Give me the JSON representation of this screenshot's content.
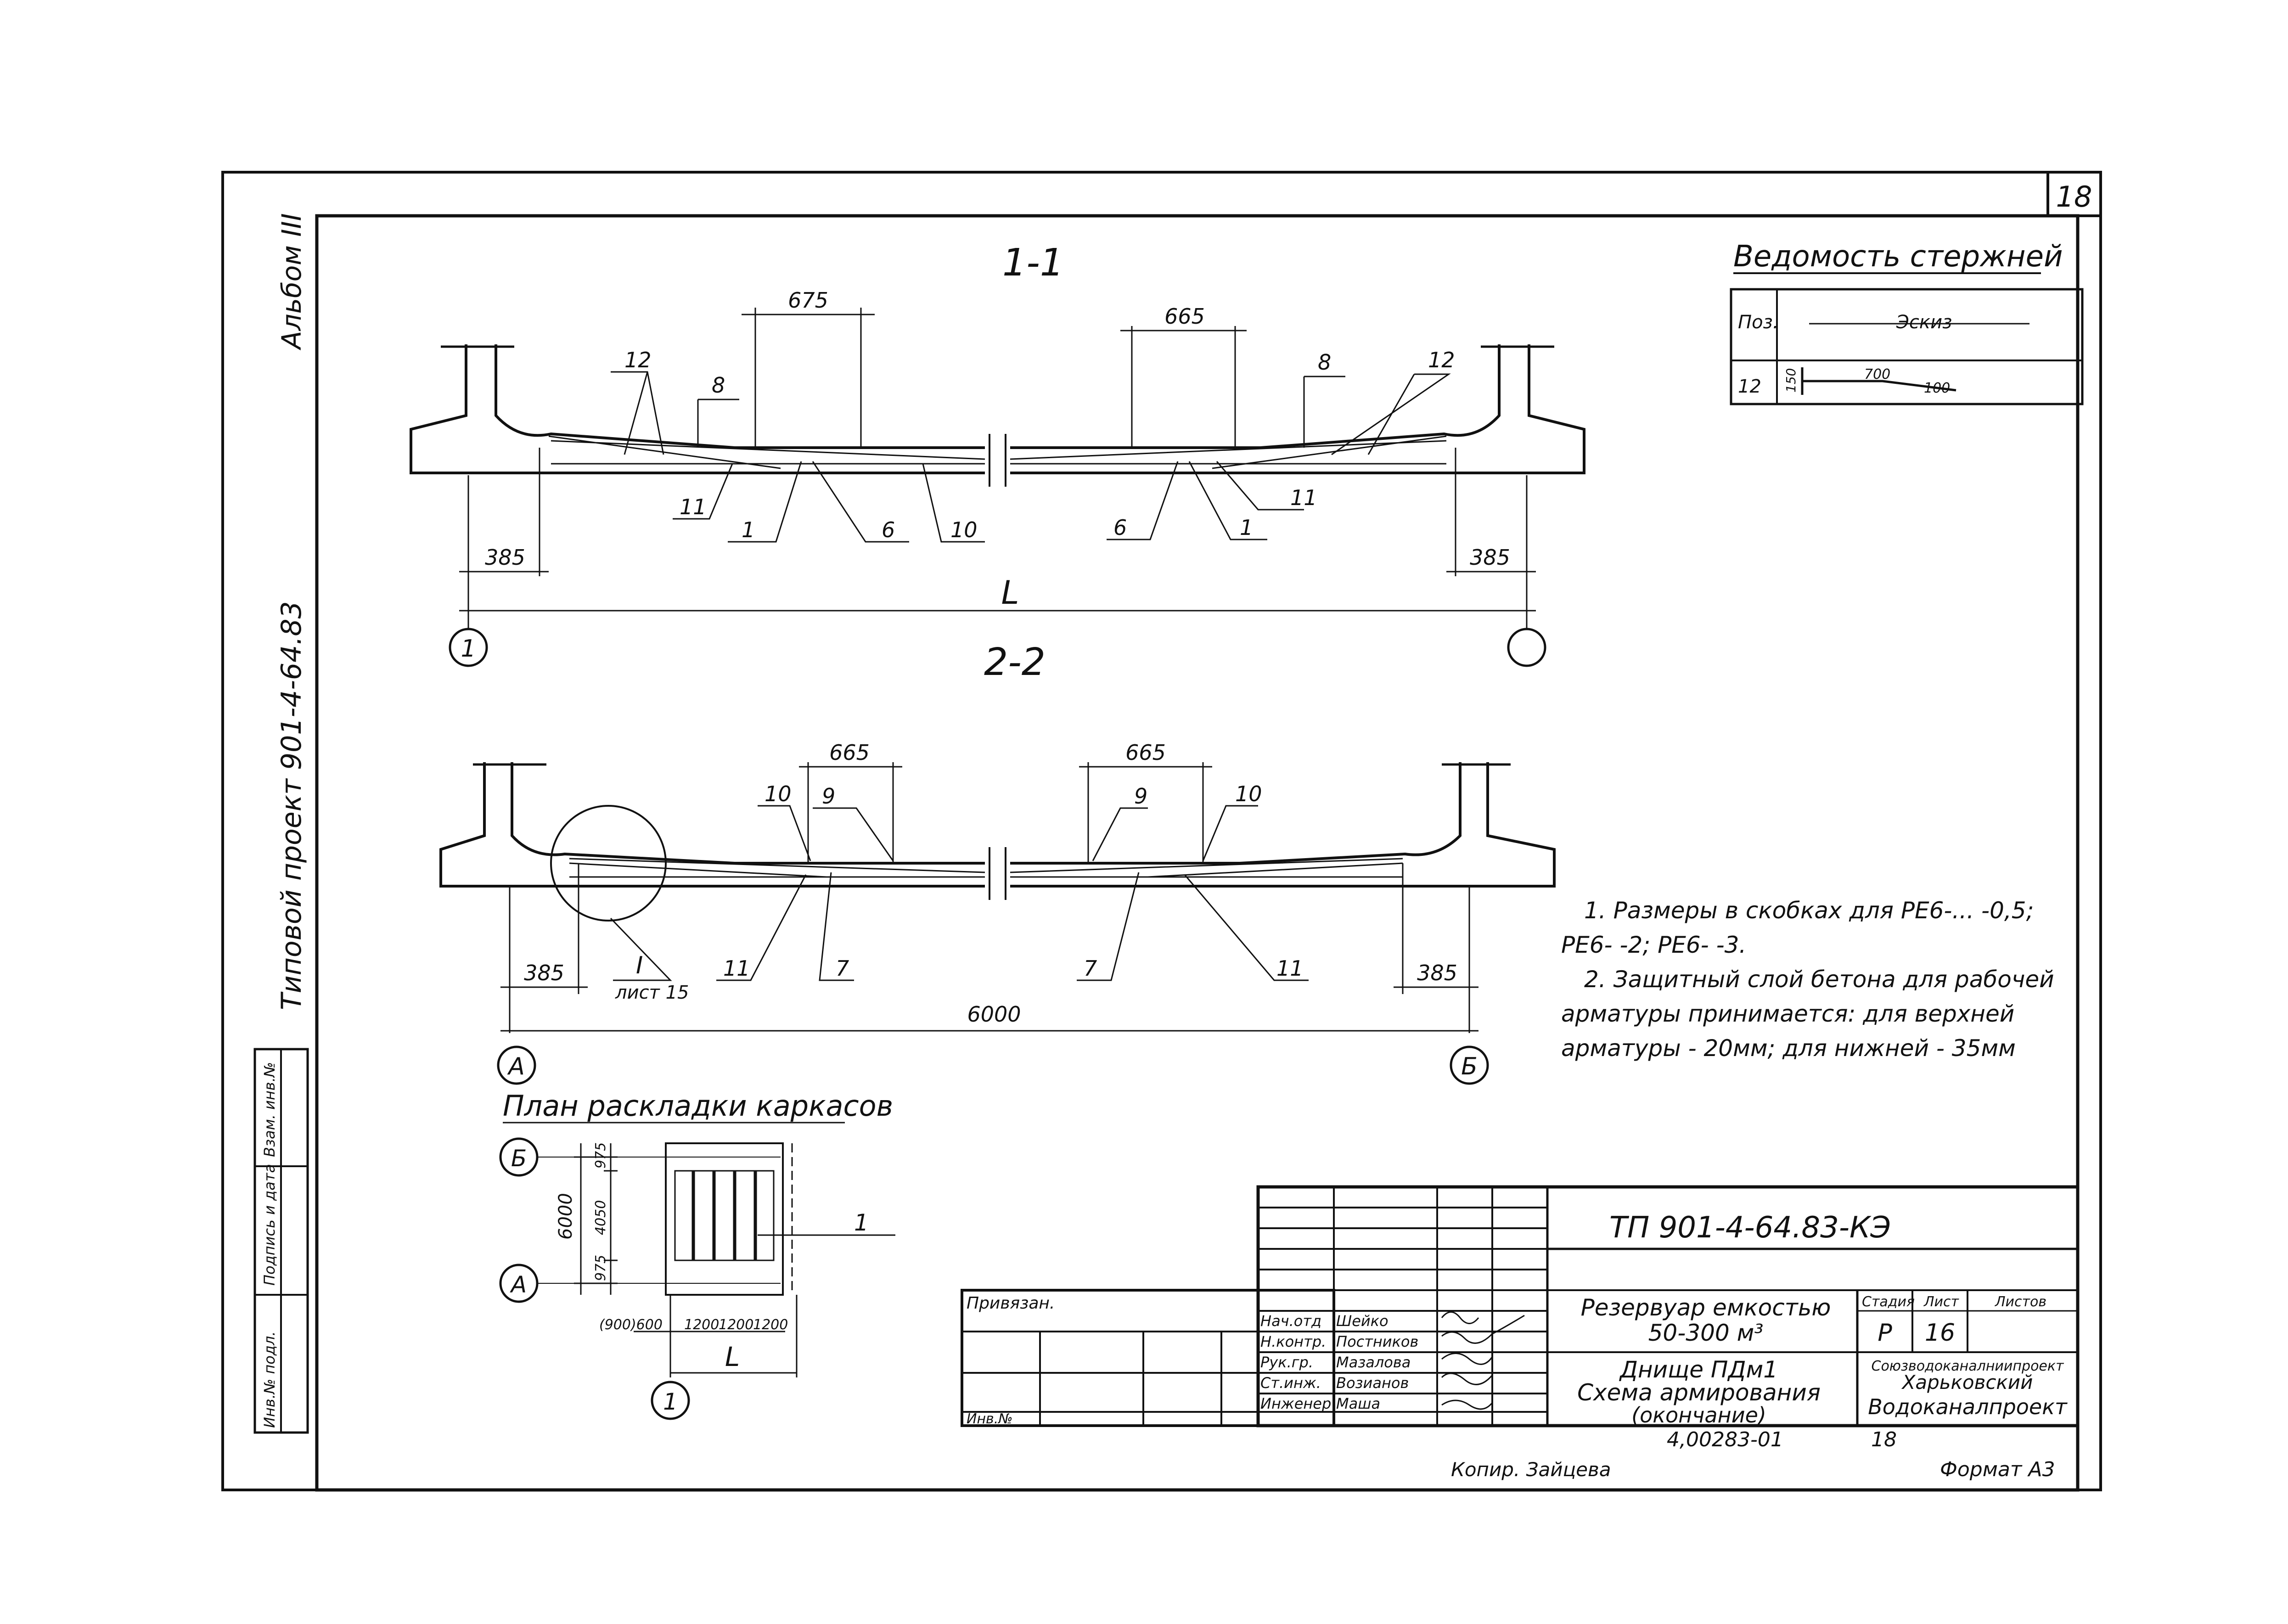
{
  "sheet": {
    "number": "18",
    "album": "Альбом III",
    "project": "Типовой проект 901-4-64.83",
    "left_strip": [
      "Инв.№ подл.",
      "Подпись и дата",
      "Взам. инв.№"
    ],
    "copied_by": "Копир. Зайцева",
    "format": "Формат А3",
    "archive_no": "4,00283-01",
    "archive_sheet": "18"
  },
  "section_1_1": {
    "title": "1-1",
    "dims": [
      "675",
      "665",
      "385",
      "385"
    ],
    "span": "L",
    "callouts": [
      "12",
      "8",
      "11",
      "1",
      "6",
      "10",
      "6",
      "1",
      "11",
      "8",
      "12"
    ],
    "axes": [
      "1",
      ""
    ]
  },
  "section_2_2": {
    "title": "2-2",
    "dims": [
      "665",
      "665",
      "385",
      "385"
    ],
    "span": "6000",
    "callouts": [
      "10",
      "9",
      "11",
      "7",
      "9",
      "10",
      "7",
      "11"
    ],
    "detail_mark": "I",
    "detail_ref": "лист 15",
    "axes": [
      "А",
      "Б"
    ]
  },
  "rebar_table": {
    "title": "Ведомость стержней",
    "header_pos": "Поз.",
    "header_sketch": "Эскиз",
    "row_pos": "12",
    "row_dim_a": "150",
    "row_dim_b": "700",
    "row_dim_c": "100"
  },
  "notes": {
    "line1": "1. Размеры в скобках для РЕ6-... -0,5;",
    "line2": "РЕ6- -2; РЕ6- -3.",
    "line3": "2. Защитный слой бетона для рабочей",
    "line4": "арматуры принимается: для верхней",
    "line5": "арматуры - 20мм; для нижней - 35мм"
  },
  "plan": {
    "title": "План раскладки каркасов",
    "axis_b": "Б",
    "axis_a": "А",
    "axis_1": "1",
    "dim_total": "6000",
    "dims_vertical": [
      "975",
      "4050",
      "975"
    ],
    "dims_bottom": [
      "(900)600",
      "1200",
      "1200",
      "1200"
    ],
    "span": "L",
    "callout": "1"
  },
  "title_block": {
    "code": "ТП 901-4-64.83-КЭ",
    "privyazan": "Привязан.",
    "inv_no": "Инв.№",
    "roles": [
      "Нач.отд",
      "Н.контр.",
      "Рук.гр.",
      "Ст.инж.",
      "Инженер"
    ],
    "names": [
      "Шейко",
      "Постников",
      "Мазалова",
      "Возианов",
      "Маша"
    ],
    "object_title": "Резервуар емкостью",
    "object_volume": "50-300 м³",
    "sheet_title_1": "Днище ПДм1",
    "sheet_title_2": "Схема армирования",
    "sheet_title_3": "(окончание)",
    "stage_label": "Стадия",
    "sheet_label": "Лист",
    "sheets_label": "Листов",
    "stage_value": "Р",
    "sheet_value": "16",
    "org_1": "Союзводоканалниипроект",
    "org_2": "Харьковский",
    "org_3": "Водоканалпроект"
  }
}
